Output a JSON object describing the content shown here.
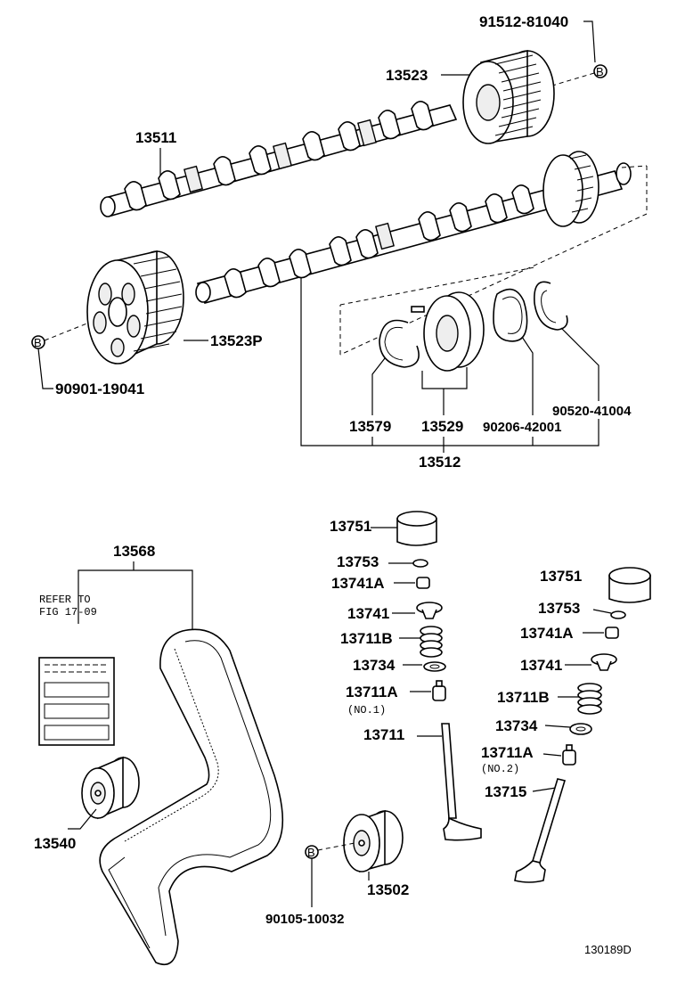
{
  "labels": {
    "p91512": "91512-81040",
    "p13523": "13523",
    "p13511": "13511",
    "p13523P": "13523P",
    "p90901": "90901-19041",
    "p13579": "13579",
    "p13529": "13529",
    "p90206": "90206-42001",
    "p90520": "90520-41004",
    "p13512": "13512",
    "p13568": "13568",
    "refer1": "REFER TO",
    "refer2": "FIG 17-09",
    "p13540": "13540",
    "p90105": "90105-10032",
    "p13502": "13502",
    "l13751": "13751",
    "l13753": "13753",
    "l13741A": "13741A",
    "l13741": "13741",
    "l13711B": "13711B",
    "l13734": "13734",
    "l13711A": "13711A",
    "l_no1": "(NO.1)",
    "l13711": "13711",
    "r13751": "13751",
    "r13753": "13753",
    "r13741A": "13741A",
    "r13741": "13741",
    "r13711B": "13711B",
    "r13734": "13734",
    "r13711A": "13711A",
    "r_no2": "(NO.2)",
    "r13715": "13715",
    "bolt_mark": "B",
    "fig_code": "130189D"
  }
}
